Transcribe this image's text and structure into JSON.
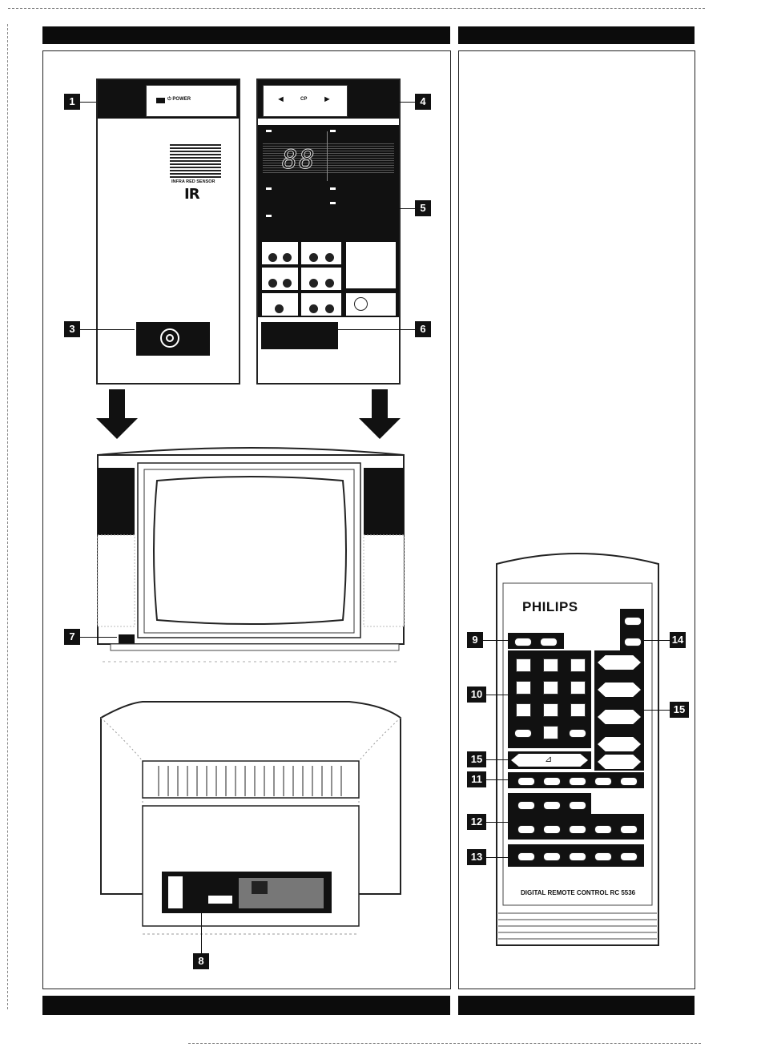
{
  "callouts": {
    "c1": "1",
    "c3": "3",
    "c4": "4",
    "c5": "5",
    "c6": "6",
    "c7": "7",
    "c8": "8",
    "c9": "9",
    "c10": "10",
    "c11": "11",
    "c12": "12",
    "c13": "13",
    "c14": "14",
    "c15a": "15",
    "c15b": "15"
  },
  "front_panel": {
    "power_label": "⏻ POWER",
    "sensor_label": "INFRA RED SENSOR",
    "ir_logo": "IR"
  },
  "control_panel": {
    "program_label": "CP",
    "display_digits": "88",
    "program_arrow_label": "CP"
  },
  "remote": {
    "brand": "PHILIPS",
    "model": "DIGITAL REMOTE CONTROL RC 5536"
  },
  "icons": {
    "left_arrow": "◄",
    "right_arrow": "►",
    "volume": "⊿",
    "brightness": "☼",
    "sound": "♪",
    "power": "⏻"
  }
}
